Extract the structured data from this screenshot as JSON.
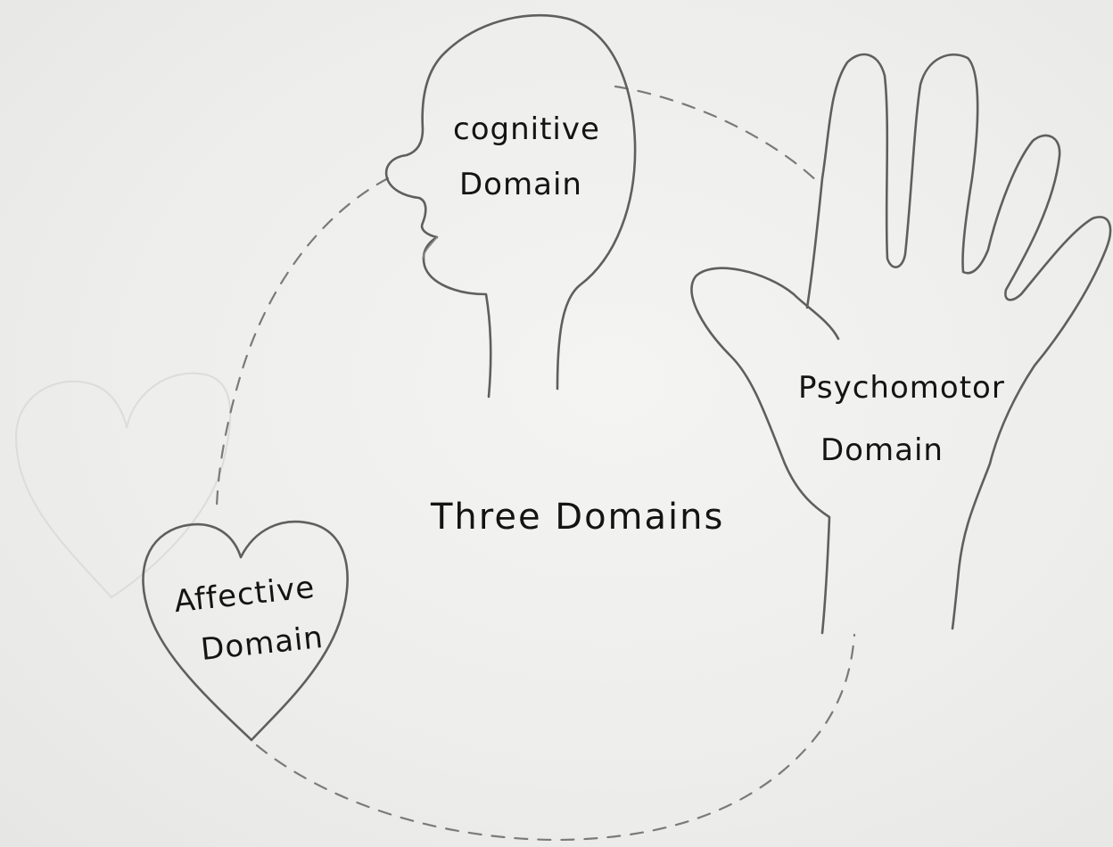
{
  "diagram": {
    "center_label": "Three Domains",
    "nodes": [
      {
        "id": "cognitive",
        "shape": "head-icon",
        "line1": "cognitive",
        "line2": "Domain"
      },
      {
        "id": "psychomotor",
        "shape": "hand-icon",
        "line1": "Psychomotor",
        "line2": "Domain"
      },
      {
        "id": "affective",
        "shape": "heart-icon",
        "line1": "Affective",
        "line2": "Domain"
      }
    ],
    "connector_style": "dashed",
    "colors": {
      "paper": "#eeeeec",
      "pencil": "#5f5f5f",
      "ink": "#141414"
    }
  }
}
